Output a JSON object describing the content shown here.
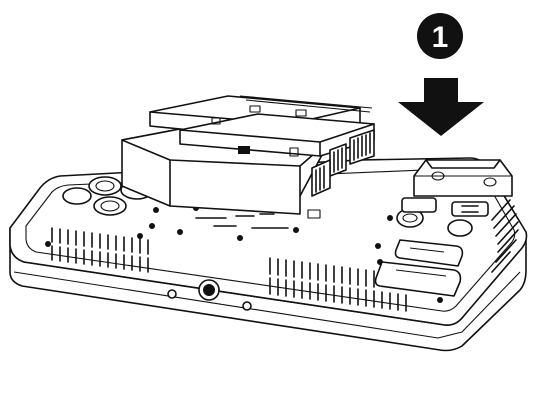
{
  "diagram": {
    "step_number": "1",
    "arrow_direction": "down",
    "subject": "monitor-rear-with-battery-plate",
    "colors": {
      "line": "#111111",
      "fill": "#ffffff",
      "badge": "#111111"
    }
  }
}
